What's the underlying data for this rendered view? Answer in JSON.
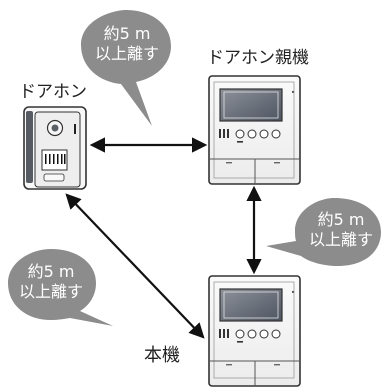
{
  "devices": {
    "doorphone_label": "ドアホン",
    "main_monitor_label": "ドアホン親機",
    "base_unit_label": "本機"
  },
  "callouts": {
    "top": {
      "line1": "約5 m",
      "line2": "以上離す"
    },
    "right": {
      "line1": "約5 m",
      "line2": "以上離す"
    },
    "left": {
      "line1": "約5 m",
      "line2": "以上離す"
    }
  },
  "colors": {
    "bubble": "#8c8c8c",
    "outline": "#333333",
    "arrow": "#111111",
    "screen": "#5f6470"
  },
  "icons": {
    "arrows": "double-headed-arrow",
    "devices": [
      "doorphone-device",
      "monitor-device"
    ]
  }
}
